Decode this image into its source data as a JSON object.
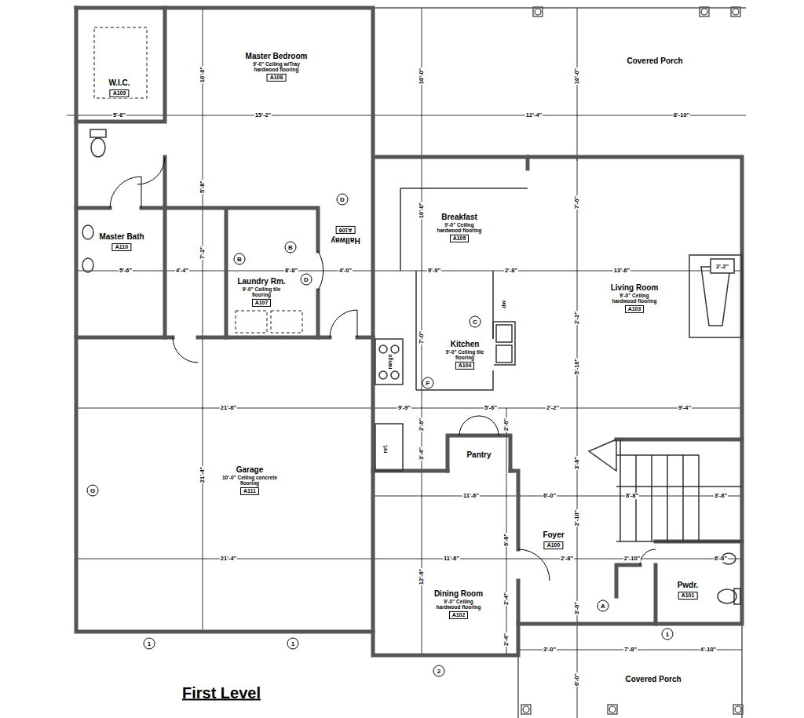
{
  "diagram": {
    "caption": "First Level",
    "nodes": [
      {
        "text": [
          "W.I.C.",
          "A109"
        ]
      },
      {
        "text": [
          "Master Bedroom",
          "9'-0\" Ceiling w/Tray hardwood flooring",
          "A108"
        ]
      },
      {
        "text": [
          "Covered Porch"
        ]
      },
      {
        "text": [
          "Master Bath",
          "A110"
        ]
      },
      {
        "text": [
          "Hallway",
          "A106"
        ]
      },
      {
        "text": [
          "Laundry Rm.",
          "9'-0\" Ceiling tile flooring",
          "A107"
        ]
      },
      {
        "text": [
          "Breakfast",
          "9'-0\" Ceiling hardwood flooring",
          "A105"
        ]
      },
      {
        "text": [
          "Living Room",
          "9'-0\" Ceiling hardwood flooring",
          "A103"
        ]
      },
      {
        "text": [
          "Kitchen",
          "9'-0\" Ceiling tile flooring",
          "A104"
        ]
      },
      {
        "text": [
          "Garage",
          "10'-0\" Ceiling concrete flooring",
          "A111"
        ]
      },
      {
        "text": [
          "Pantry"
        ]
      },
      {
        "text": [
          "Foyer",
          "A100"
        ]
      },
      {
        "text": [
          "Dining Room",
          "9'-0\" Ceiling hardwood flooring",
          "A102"
        ]
      },
      {
        "text": [
          "Pwdr.",
          "A101"
        ]
      },
      {
        "text": [
          "Covered Porch"
        ]
      }
    ],
    "labels": [
      "5'-6\"",
      "15'-2\"",
      "12'-4\"",
      "8'-10\"",
      "10'-0\"",
      "10'-0\"",
      "10'-0\"",
      "5'-8\"",
      "7'-2\"",
      "10'-0\"",
      "7'-6\"",
      "5'-6\"",
      "4'-4\"",
      "8'-8\"",
      "4'-0\"",
      "9'-9\"",
      "2'-8\"",
      "13'-6\"",
      "2'-2\"",
      "7'-0\"",
      "2'-2\"",
      "5'-10\"",
      "21'-6\"",
      "9'-9\"",
      "5'-6\"",
      "2'-2\"",
      "9'-4\"",
      "2'-6\"",
      "3'-4\"",
      "2'-6\"",
      "3'-8\"",
      "21'-4\"",
      "11'-6\"",
      "6'-0\"",
      "8'-8\"",
      "3'-8\"",
      "2'-10\"",
      "6'-8\"",
      "21'-4\"",
      "11'-6\"",
      "2'-8\"",
      "2'-10\"",
      "6'-6\"",
      "12'-6\"",
      "3'-0\"",
      "2'-4\"",
      "2'-4\"",
      "3'-0\"",
      "7'-8\"",
      "4'-10\"",
      "6'-0\"",
      "1",
      "1",
      "2",
      "1",
      "A",
      "G",
      "D",
      "D",
      "B",
      "B",
      "C",
      "F",
      "range",
      "ref.",
      "dw"
    ]
  }
}
